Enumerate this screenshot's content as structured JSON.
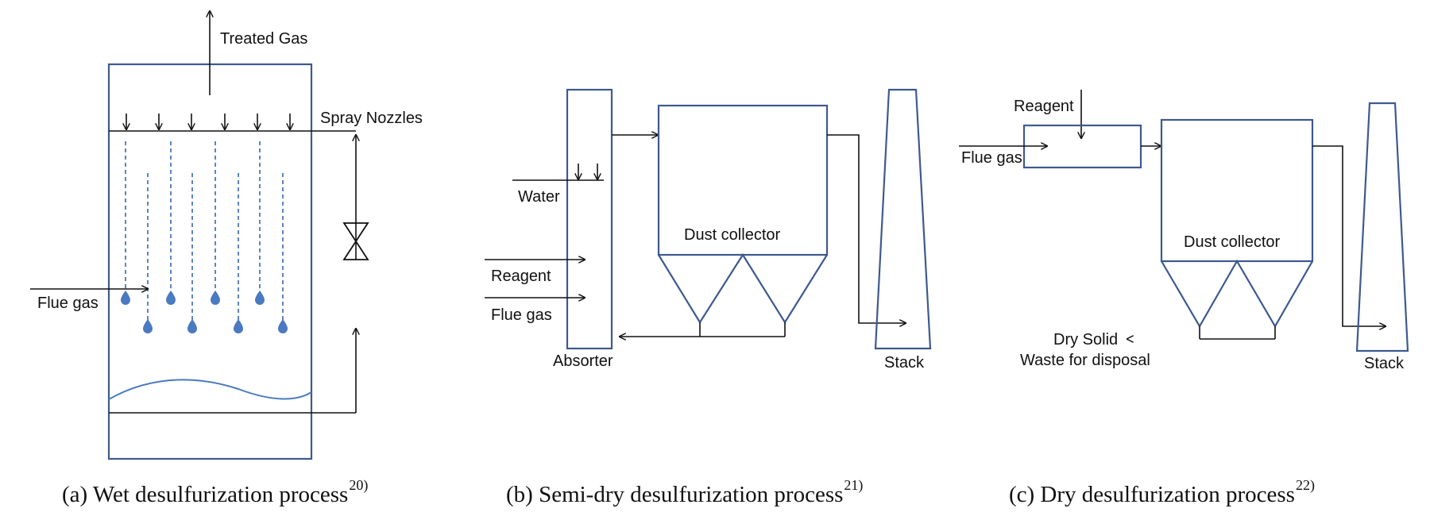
{
  "panel_a": {
    "treated_gas": "Treated Gas",
    "spray_nozzles": "Spray Nozzles",
    "flue_gas": "Flue gas",
    "caption": "(a) Wet desulfurization process",
    "caption_ref": "20)"
  },
  "panel_b": {
    "water": "Water",
    "reagent": "Reagent",
    "flue_gas": "Flue gas",
    "absorter": "Absorter",
    "dust_collector": "Dust collector",
    "stack": "Stack",
    "caption": "(b) Semi-dry desulfurization process",
    "caption_ref": "21)"
  },
  "panel_c": {
    "reagent": "Reagent",
    "flue_gas": "Flue gas",
    "dust_collector": "Dust collector",
    "dry_solid": "Dry Solid",
    "waste": "Waste for disposal",
    "stack": "Stack",
    "caption": "(c) Dry desulfurization process",
    "caption_ref": "22)"
  }
}
